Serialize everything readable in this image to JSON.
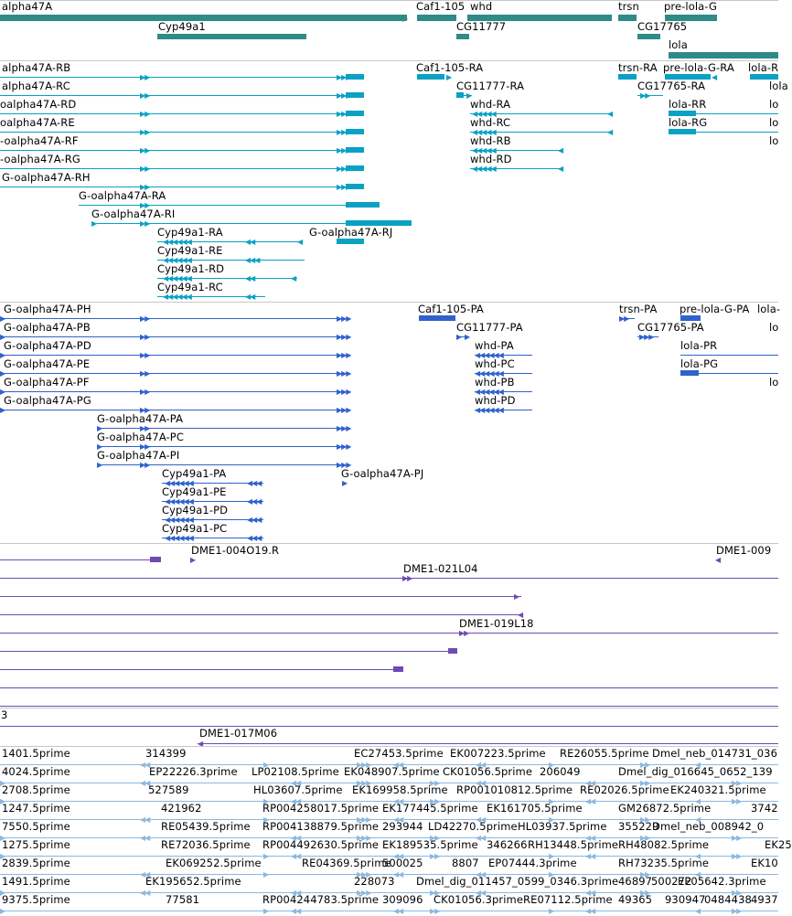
{
  "colors": {
    "gene": "#2e8b87",
    "transcript": "#0aa1c4",
    "cds": "#2f62cc",
    "oligo": "#6f4ab5",
    "est": "#8cb8e0"
  },
  "tracks": {
    "genes": {
      "labels": [
        "alpha47A",
        "Caf1-105",
        "whd",
        "trsn",
        "pre-lola-G",
        "Cyp49a1",
        "CG11777",
        "CG17765",
        "lola"
      ]
    },
    "transcripts": {
      "labels": [
        "alpha47A-RB",
        "alpha47A-RC",
        "oalpha47A-RD",
        "oalpha47A-RE",
        "-oalpha47A-RF",
        "-oalpha47A-RG",
        "G-oalpha47A-RH",
        "G-oalpha47A-RA",
        "G-oalpha47A-RI",
        "G-oalpha47A-RJ",
        "Cyp49a1-RA",
        "Cyp49a1-RE",
        "Cyp49a1-RD",
        "Cyp49a1-RC",
        "Caf1-105-RA",
        "CG11777-RA",
        "whd-RA",
        "whd-RC",
        "whd-RB",
        "whd-RD",
        "trsn-RA",
        "pre-lola-G-RA",
        "lola-R",
        "CG17765-RA",
        "lola",
        "lola-RR",
        "lola-RG",
        "lo",
        "lo",
        "lo"
      ]
    },
    "proteins": {
      "labels": [
        "G-oalpha47A-PH",
        "G-oalpha47A-PB",
        "G-oalpha47A-PD",
        "G-oalpha47A-PE",
        "G-oalpha47A-PF",
        "G-oalpha47A-PG",
        "G-oalpha47A-PA",
        "G-oalpha47A-PC",
        "G-oalpha47A-PI",
        "G-oalpha47A-PJ",
        "Cyp49a1-PA",
        "Cyp49a1-PE",
        "Cyp49a1-PD",
        "Cyp49a1-PC",
        "Caf1-105-PA",
        "CG11777-PA",
        "whd-PA",
        "whd-PC",
        "whd-PB",
        "whd-PD",
        "trsn-PA",
        "pre-lola-G-PA",
        "lola-",
        "CG17765-PA",
        "lola-PR",
        "lola-PG",
        "lo",
        "lo"
      ]
    },
    "oligos": {
      "labels": [
        "DME1-004O19.R",
        "DME1-009",
        "DME1-021L04",
        "DME1-019L18"
      ]
    },
    "misc": {
      "labels": [
        "3",
        "DME1-017M06"
      ]
    },
    "ests": {
      "labels": [
        "1401.5prime",
        "314399",
        "EC27453.5prime",
        "EK007223.5prime",
        "RE26055.5prime",
        "Dmel_neb_014731_036",
        "4024.5prime",
        "EP22226.3prime",
        "LP02108.5prime",
        "EK048907.5prime",
        "CK01056.5prime",
        "206049",
        "Dmel_dig_016645_0652_139",
        "2708.5prime",
        "527589",
        "HL03607.5prime",
        "EK169958.5prime",
        "RP001010812.5prime",
        "RE02026.5prime",
        "EK240321.5prime",
        "1247.5prime",
        "421962",
        "RP004258017.5prime",
        "EK177445.5prime",
        "EK161705.5prime",
        "GM26872.5prime",
        "3742",
        "7550.5prime",
        "RE05439.5prime",
        "RP004138879.5prime",
        "293944",
        "LD42270.5prime",
        "HL03937.5prime",
        "355229",
        "Dmel_neb_008942_0",
        "1275.5prime",
        "RE72036.5prime",
        "RP004492630.5prime",
        "EK189535.5prime",
        "346266",
        "RH13448.5prime",
        "RH48082.5prime",
        "EK25",
        "2839.5prime",
        "EK069252.5prime",
        "RE04369.5prime",
        "500025",
        "8807",
        "EP07444.3prime",
        "RH73235.5prime",
        "EK10",
        "1491.5prime",
        "EK195652.5prime",
        "228073",
        "Dmel_dig_011457_0599_0346.3prime",
        "46897",
        "500272",
        "EP05642.3prime",
        "9375.5prime",
        "77581",
        "RP004244783.5prime",
        "309096",
        "CK01056.3prime",
        "RE07112.5prime",
        "49365",
        "930947",
        "0484438",
        "4937"
      ]
    }
  }
}
